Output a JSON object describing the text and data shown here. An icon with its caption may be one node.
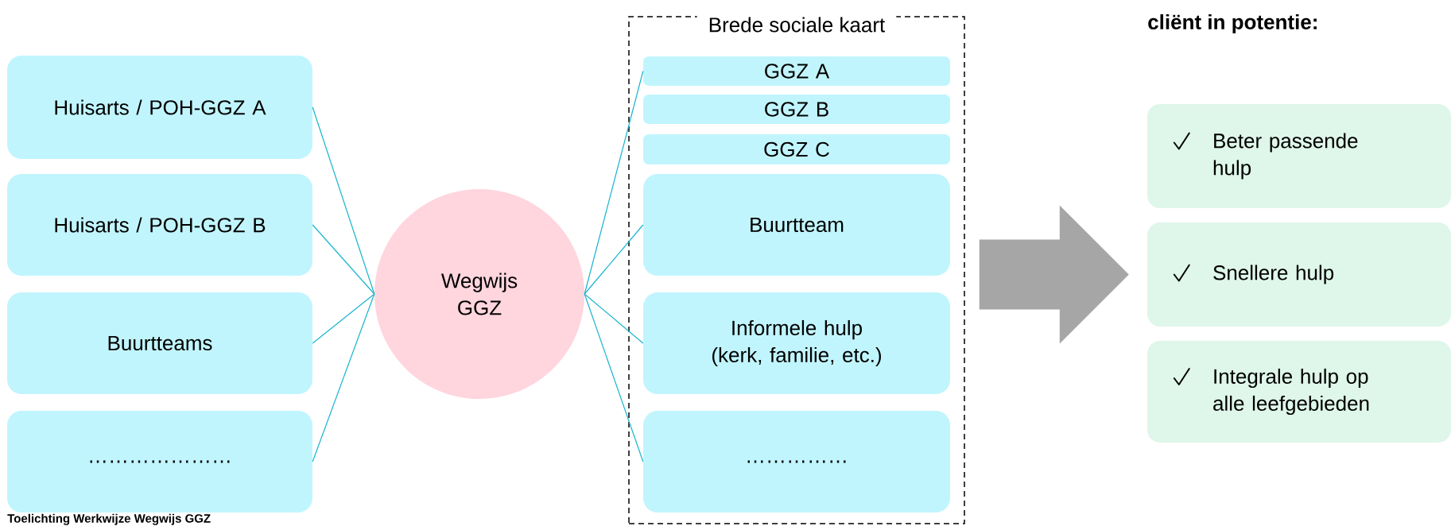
{
  "diagram": {
    "nodes": [
      {
        "text": [
          "Huisarts / POH-GGZ A"
        ]
      },
      {
        "text": [
          "Huisarts / POH-GGZ B"
        ]
      },
      {
        "text": [
          "Buurtteams"
        ]
      },
      {
        "text": [
          "…………………"
        ]
      },
      {
        "text": [
          "Wegwijs GGZ"
        ]
      },
      {
        "text": [
          "Brede sociale kaart"
        ]
      },
      {
        "text": [
          "GGZ A"
        ],
        "in": 5
      },
      {
        "text": [
          "GGZ B"
        ],
        "in": 5
      },
      {
        "text": [
          "GGZ C"
        ],
        "in": 5
      },
      {
        "text": [
          "Buurtteam"
        ],
        "in": 5
      },
      {
        "text": [
          "Informele hulp (kerk, familie, etc.)"
        ],
        "in": 5
      },
      {
        "text": [
          "……………"
        ],
        "in": 5
      },
      {
        "text": [
          "Beter passende hulp"
        ]
      },
      {
        "text": [
          "Snellere hulp"
        ]
      },
      {
        "text": [
          "Integrale hulp op alle leefgebieden"
        ]
      }
    ],
    "edges": [
      {
        "from": 0,
        "to": 4,
        "arrow": "none"
      },
      {
        "from": 1,
        "to": 4,
        "arrow": "none"
      },
      {
        "from": 2,
        "to": 4,
        "arrow": "none"
      },
      {
        "from": 3,
        "to": 4,
        "arrow": "none"
      },
      {
        "from": 4,
        "to": 6,
        "arrow": "none"
      },
      {
        "from": 4,
        "to": 9,
        "arrow": "none"
      },
      {
        "from": 4,
        "to": 10,
        "arrow": "none"
      },
      {
        "from": 4,
        "to": 11,
        "arrow": "none"
      },
      {
        "from": 5,
        "to": 13,
        "arrow": "to",
        "style": "thick",
        "color": "#a6a6a6"
      }
    ],
    "labels": [
      "cliënt in potentie:",
      "Toelichting Werkwijze Wegwijs GGZ"
    ]
  }
}
